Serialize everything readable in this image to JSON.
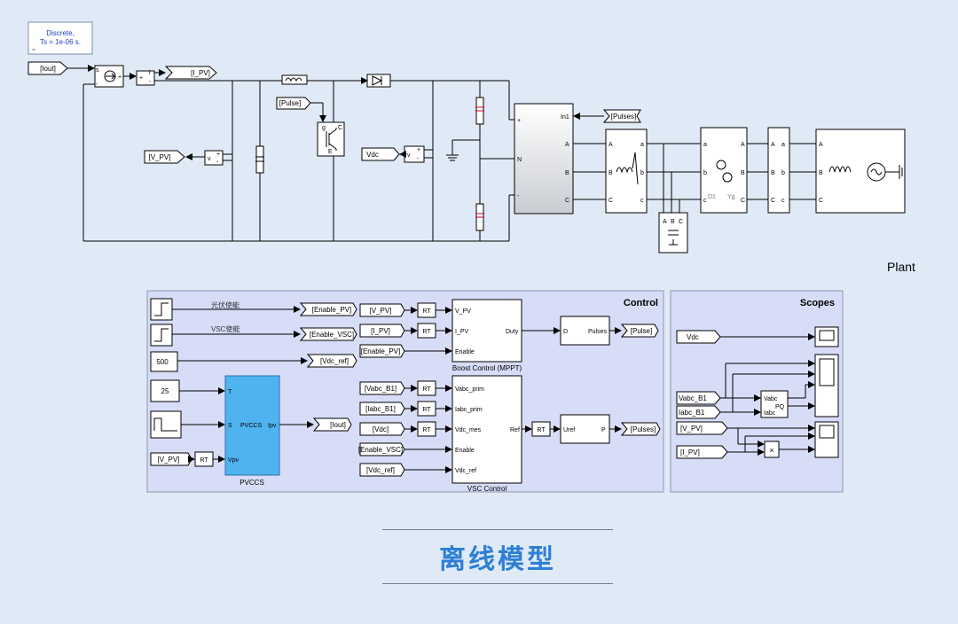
{
  "solver": {
    "line1": "Discrete,",
    "line2": "Ts = 1e-06 s."
  },
  "plant": {
    "label": "Plant",
    "tags": {
      "iout_from": "[Iout]",
      "ipv_goto": "[I_PV]",
      "vpv_goto": "[V_PV]",
      "pulse_from": "[Pulse]",
      "vdc_goto": "Vdc",
      "pulses_from": "[Pulses]"
    },
    "ports": {
      "s": "s",
      "plus": "+",
      "minus": "-",
      "i": "i",
      "v": "v",
      "in1": "In1",
      "N": "N",
      "A": "A",
      "B": "B",
      "C": "C",
      "a": "a",
      "b": "b",
      "c": "c",
      "D1": "D1",
      "Yg": "Yg",
      "g": "g",
      "E": "E",
      "Cc": "C"
    }
  },
  "control": {
    "title": "Control",
    "step1_label": "光伏使能",
    "step2_label": "VSC使能",
    "enable_pv": "[Enable_PV]",
    "enable_vsc": "[Enable_VSC]",
    "const_vdc": "500",
    "vdc_ref": "[Vdc_ref]",
    "const_T": "25",
    "pvccs": {
      "name": "PVCCS",
      "T": "T",
      "S": "S",
      "center": "PVCCS",
      "ipv": "Ipv",
      "vpv": "Vpv"
    },
    "pvccs_vpv_from": "[V_PV]",
    "iout_goto": "[Iout]",
    "rt": "RT",
    "mppt": {
      "name": "Boost Control (MPPT)",
      "in_vpv": "V_PV",
      "in_ipv": "I_PV",
      "in_enable": "Enable",
      "out": "Duty",
      "from_vpv": "[V_PV]",
      "from_ipv": "[I_PV]",
      "from_enable": "[Enable_PV]"
    },
    "pwm": {
      "in": "D",
      "out": "Pulses",
      "goto": "[Pulse]"
    },
    "vsc": {
      "name": "VSC Control",
      "in_vabc": "Vabc_prim",
      "in_iabc": "Iabc_prim",
      "in_vdc": "Vdc_mes",
      "in_enable": "Enable",
      "in_vdcref": "Vdc_ref",
      "out": "Ref",
      "from_vabc": "[Vabc_B1]",
      "from_iabc": "[Iabc_B1]",
      "from_vdc": "[Vdc]",
      "from_enable": "[Enable_VSC]",
      "from_vdcref": "[Vdc_ref]"
    },
    "pwm2": {
      "in": "Uref",
      "out": "P",
      "goto": "[Pulses]"
    }
  },
  "scopes": {
    "title": "Scopes",
    "vdc": "Vdc",
    "vabc_b1": "Vabc_B1",
    "iabc_b1": "Iabc_B1",
    "vpv": "[V_PV]",
    "ipv": "[I_PV]",
    "pq": {
      "vabc": "Vabc",
      "pq": "PQ",
      "iabc": "Iabc"
    },
    "mult": "×"
  },
  "footer_title": "离线模型",
  "colors": {
    "background": "#dfeaf6",
    "subsystem_bg": "#d7dcf7",
    "pvccs_fill": "#4fb3ef",
    "title_text": "#2f7fd6",
    "wire": "#000000"
  }
}
